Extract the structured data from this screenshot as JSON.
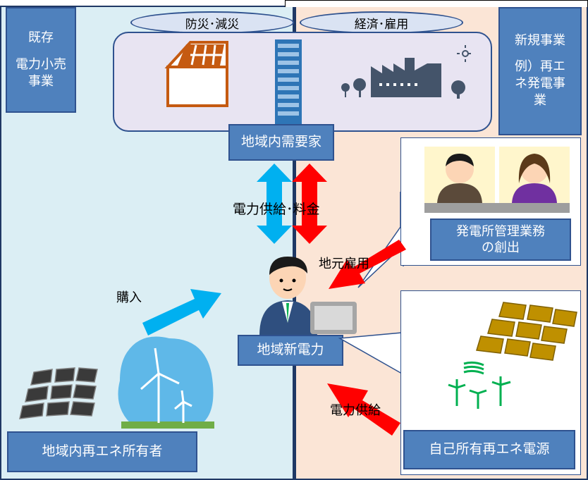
{
  "left_panel": {
    "existing_box": {
      "line1": "既存",
      "line2": "電力小売",
      "line3": "事業"
    },
    "owner_label": "地域内再エネ所有者",
    "purchase_label": "購入"
  },
  "right_panel": {
    "new_box": {
      "line1": "新規事業",
      "line2": "例）再エ",
      "line3": "ネ発電事",
      "line4": "業"
    },
    "management_label_1": "発電所管理業務",
    "management_label_2": "の創出",
    "self_owned_label": "自己所有再エネ電源",
    "employment_label": "地元雇用",
    "supply_label": "電力供給"
  },
  "top": {
    "oval_disaster": "防災･減災",
    "oval_economy": "経済･雇用"
  },
  "center": {
    "demand_label": "地域内需要家",
    "supply_fee_label": "電力供給･料金",
    "new_power_label": "地域新電力"
  },
  "colors": {
    "left_bg": "#dbeef4",
    "right_bg": "#fbe5d6",
    "box_blue": "#4f81bd",
    "arrow_blue": "#00b0f0",
    "arrow_red": "#ff0000"
  }
}
